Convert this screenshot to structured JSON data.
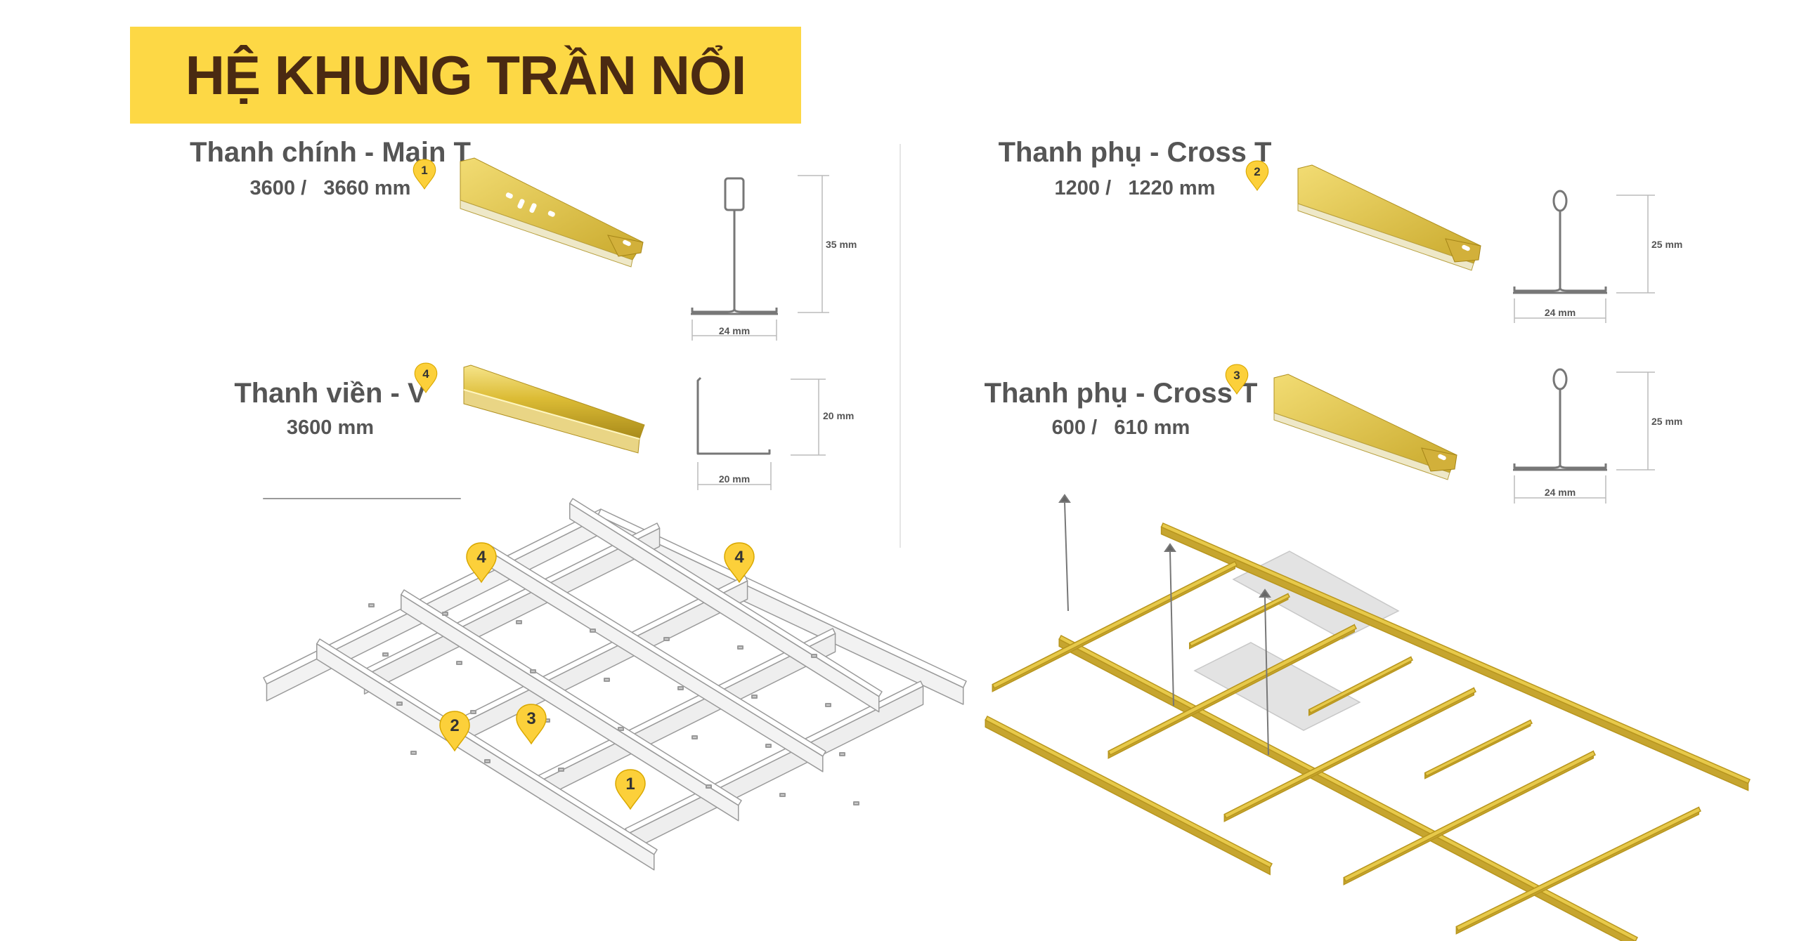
{
  "title": "HỆ KHUNG TRẦN NỔI",
  "products": [
    {
      "marker": "1",
      "name": "Thanh chính - Main T",
      "size": "3600 /   3660 mm",
      "width": "24 mm",
      "height": "35 mm"
    },
    {
      "marker": "2",
      "name": "Thanh phụ - Cross T",
      "size": "1200 /   1220 mm",
      "width": "24 mm",
      "height": "25 mm"
    },
    {
      "marker": "4",
      "name": "Thanh viền - V",
      "size": "3600 mm",
      "width": "20 mm",
      "height": "20 mm"
    },
    {
      "marker": "3",
      "name": "Thanh phụ - Cross T",
      "size": "600 /   610 mm",
      "width": "24 mm",
      "height": "25 mm"
    }
  ],
  "assembly_markers": [
    "4",
    "4",
    "2",
    "3",
    "1"
  ],
  "colors": {
    "banner": "#fdd845",
    "title_text": "#4a2a12",
    "gold": "#e7c94a",
    "marker": "#fcd03a",
    "text_gray": "#555555"
  }
}
